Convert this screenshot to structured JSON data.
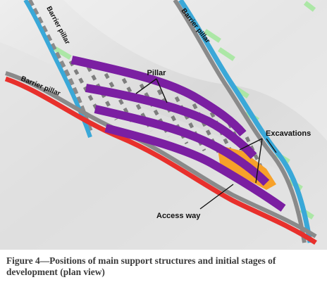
{
  "labels": {
    "barrier_pillar_top_left": "Barrier pillar",
    "barrier_pillar_top_right": "Barrier pillar",
    "barrier_pillar_left": "Barrier pillar",
    "pillar": "Pillar",
    "excavations": "Excavations",
    "access_way": "Access way"
  },
  "caption": "Figure 4—Positions of main support structures and initial stages of development (plan view)",
  "colors": {
    "barrier_blue": "#3aa8d8",
    "barrier_red": "#e8302c",
    "barrier_grey": "#8a8a8a",
    "pillar_purple": "#7b1fa2",
    "excavation_orange": "#f7a12a",
    "green_markers": "#a6e8a0",
    "background": "#dcdcdc"
  }
}
